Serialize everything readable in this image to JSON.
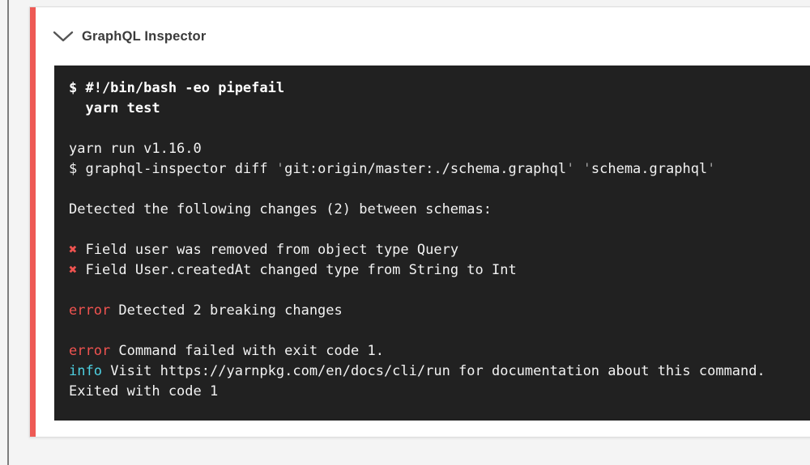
{
  "page": {
    "background": "#f4f4f4"
  },
  "card": {
    "accent_color": "#ee5a55",
    "header": {
      "title": "GraphQL Inspector"
    }
  },
  "terminal": {
    "background": "#212121",
    "error_color": "#ef5350",
    "info_color": "#4dd0e1",
    "lines": [
      {
        "segments": [
          {
            "text": "$ #!/bin/bash -eo pipefail",
            "style": "bold"
          }
        ]
      },
      {
        "segments": [
          {
            "text": "  yarn test",
            "style": "bold"
          }
        ]
      },
      {
        "segments": []
      },
      {
        "segments": [
          {
            "text": "yarn run v1.16.0",
            "style": "plain"
          }
        ]
      },
      {
        "segments": [
          {
            "text": "$ graphql-inspector diff ",
            "style": "plain"
          },
          {
            "text": "'",
            "style": "quote"
          },
          {
            "text": "git:origin/master:./schema.graphql",
            "style": "plain"
          },
          {
            "text": "'",
            "style": "quote"
          },
          {
            "text": " ",
            "style": "plain"
          },
          {
            "text": "'",
            "style": "quote"
          },
          {
            "text": "schema.graphql",
            "style": "plain"
          },
          {
            "text": "'",
            "style": "quote"
          }
        ]
      },
      {
        "segments": []
      },
      {
        "segments": [
          {
            "text": "Detected the following changes (2) between schemas:",
            "style": "plain"
          }
        ]
      },
      {
        "segments": []
      },
      {
        "segments": [
          {
            "text": "✖",
            "style": "cross"
          },
          {
            "text": " Field user was removed from object type Query",
            "style": "plain"
          }
        ]
      },
      {
        "segments": [
          {
            "text": "✖",
            "style": "cross"
          },
          {
            "text": " Field User.createdAt changed type from String to Int",
            "style": "plain"
          }
        ]
      },
      {
        "segments": []
      },
      {
        "segments": [
          {
            "text": "error",
            "style": "error"
          },
          {
            "text": " Detected 2 breaking changes",
            "style": "plain"
          }
        ]
      },
      {
        "segments": []
      },
      {
        "segments": [
          {
            "text": "error",
            "style": "error"
          },
          {
            "text": " Command failed with exit code 1.",
            "style": "plain"
          }
        ]
      },
      {
        "segments": [
          {
            "text": "info",
            "style": "info"
          },
          {
            "text": " Visit https://yarnpkg.com/en/docs/cli/run for documentation about this command.",
            "style": "plain"
          }
        ]
      },
      {
        "segments": [
          {
            "text": "Exited with code 1",
            "style": "plain"
          }
        ]
      }
    ]
  }
}
